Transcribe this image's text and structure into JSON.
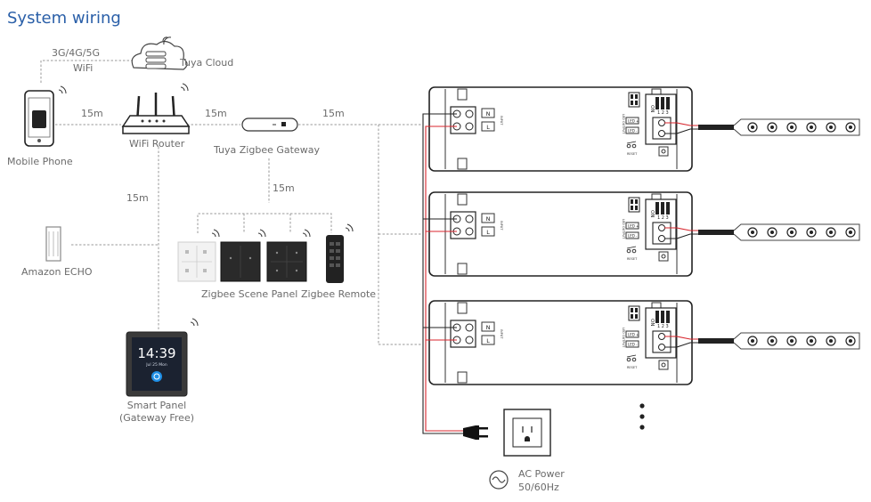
{
  "title": "System wiring",
  "labels": {
    "network": "3G/4G/5G",
    "wifi": "WiFi",
    "cloud": "Tuya Cloud",
    "phone": "Mobile Phone",
    "router": "WiFi Router",
    "gateway": "Tuya Zigbee Gateway",
    "echo": "Amazon ECHO",
    "scene_panel": "Zigbee Scene Panel",
    "remote": "Zigbee Remote",
    "smart_panel_1": "Smart Panel",
    "smart_panel_2": "(Gateway Free)",
    "ac_power_1": "AC Power",
    "ac_power_2": "50/60Hz"
  },
  "distances": {
    "phone_router": "15m",
    "router_gateway": "15m",
    "gateway_drivers": "15m",
    "gateway_panels": "15m",
    "router_echo": "15m"
  },
  "smart_panel": {
    "time": "14:39",
    "date": "Jul 25 Mon"
  },
  "driver": {
    "terminal_n": "N",
    "terminal_l": "L",
    "input_label": "INPUT",
    "on_label": "ON",
    "dip_numbers": "1 2 3",
    "led_plus": "LED +",
    "led_minus": "LED -",
    "output_label": "LED OUTPUT",
    "reset_label": "RESET"
  },
  "more_indicator": "⋮",
  "colors": {
    "title": "#2a5fa8",
    "wire_red": "#d8262e",
    "line": "#9a9a9a",
    "text": "#6b6b6b"
  }
}
